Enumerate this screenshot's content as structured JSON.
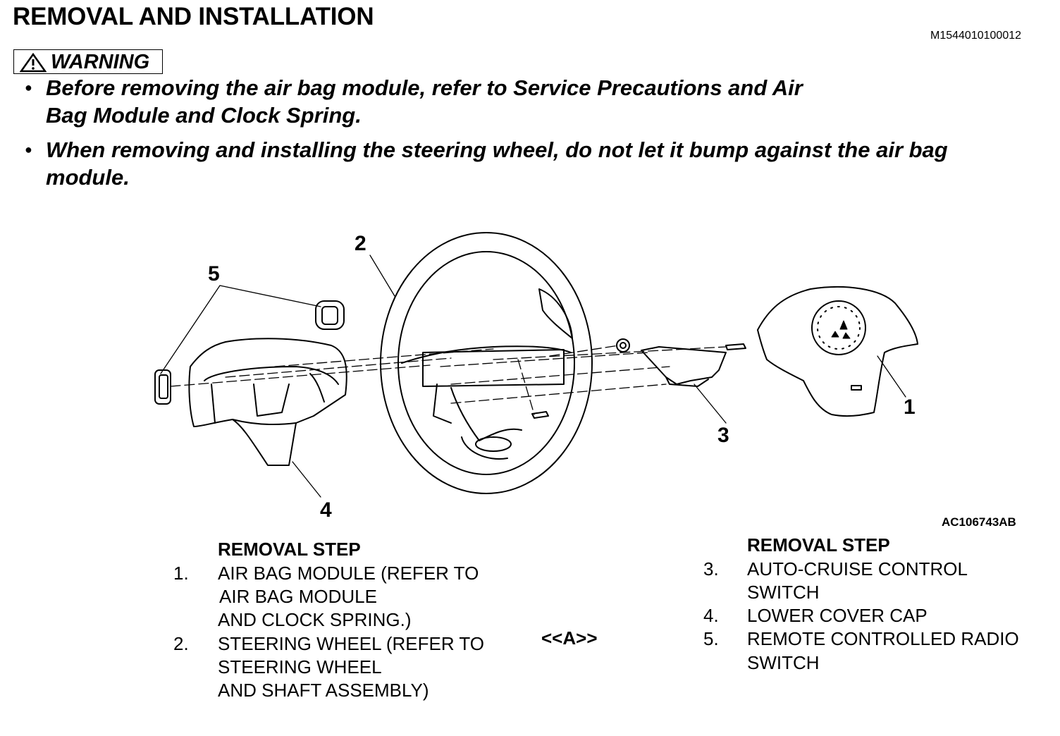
{
  "header": {
    "title": "REMOVAL AND INSTALLATION",
    "doc_id": "M1544010100012"
  },
  "warning": {
    "label": "WARNING",
    "icon": "warning-triangle-icon",
    "bullets": [
      {
        "line1": "Before removing the air bag module, refer to Service Precautions and Air",
        "line2": "Bag Module and Clock Spring."
      },
      {
        "line1": "When removing and installing the steering wheel, do not let it bump against the air bag",
        "line2": "module."
      }
    ]
  },
  "figure": {
    "code": "AC106743AB",
    "callouts": [
      "1",
      "2",
      "3",
      "4",
      "5"
    ]
  },
  "removal_left": {
    "heading": "REMOVAL STEP",
    "steps": [
      {
        "num": "1.",
        "lines": [
          "AIR BAG MODULE (REFER TO",
          "AIR BAG MODULE",
          "AND CLOCK SPRING.)"
        ]
      },
      {
        "num": "2.",
        "lines": [
          "STEERING WHEEL (REFER TO",
          "STEERING WHEEL",
          "AND SHAFT ASSEMBLY)"
        ]
      }
    ],
    "note": "<<A>>"
  },
  "removal_right": {
    "heading": "REMOVAL STEP",
    "steps": [
      {
        "num": "3.",
        "lines": [
          "AUTO-CRUISE CONTROL",
          "SWITCH"
        ]
      },
      {
        "num": "4.",
        "lines": [
          "LOWER COVER CAP"
        ]
      },
      {
        "num": "5.",
        "lines": [
          "REMOTE CONTROLLED RADIO",
          "SWITCH"
        ]
      }
    ]
  }
}
